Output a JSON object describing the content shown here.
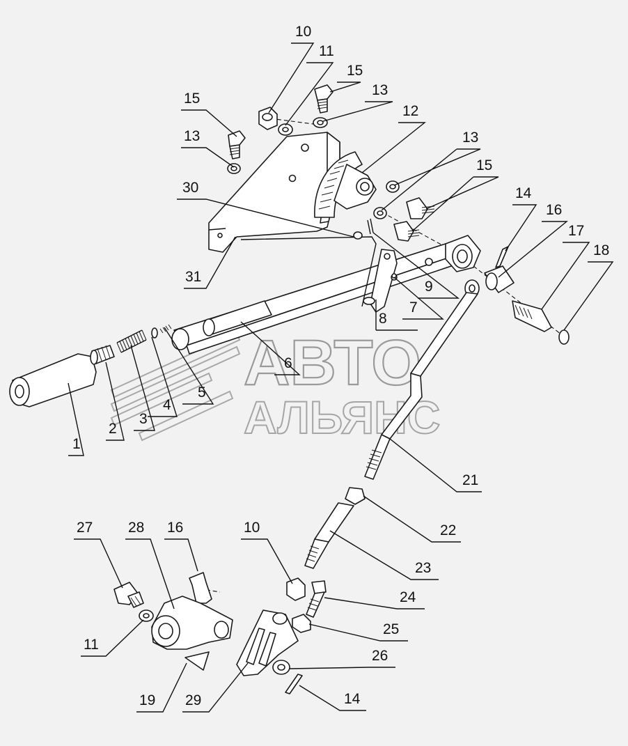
{
  "watermark": {
    "line1": "АВТО",
    "line2": "АЛЬЯНС"
  },
  "callouts": [
    {
      "id": "c1",
      "label": "1"
    },
    {
      "id": "c2",
      "label": "2"
    },
    {
      "id": "c3",
      "label": "3"
    },
    {
      "id": "c4",
      "label": "4"
    },
    {
      "id": "c5",
      "label": "5"
    },
    {
      "id": "c6",
      "label": "6"
    },
    {
      "id": "c7",
      "label": "7"
    },
    {
      "id": "c8",
      "label": "8"
    },
    {
      "id": "c9",
      "label": "9"
    },
    {
      "id": "c10a",
      "label": "10"
    },
    {
      "id": "c11a",
      "label": "11"
    },
    {
      "id": "c15a",
      "label": "15"
    },
    {
      "id": "c13a",
      "label": "13"
    },
    {
      "id": "c15b",
      "label": "15"
    },
    {
      "id": "c13b",
      "label": "13"
    },
    {
      "id": "c12",
      "label": "12"
    },
    {
      "id": "c13c",
      "label": "13"
    },
    {
      "id": "c15c",
      "label": "15"
    },
    {
      "id": "c14a",
      "label": "14"
    },
    {
      "id": "c16a",
      "label": "16"
    },
    {
      "id": "c17",
      "label": "17"
    },
    {
      "id": "c18",
      "label": "18"
    },
    {
      "id": "c30",
      "label": "30"
    },
    {
      "id": "c31",
      "label": "31"
    },
    {
      "id": "c21",
      "label": "21"
    },
    {
      "id": "c22",
      "label": "22"
    },
    {
      "id": "c23",
      "label": "23"
    },
    {
      "id": "c10b",
      "label": "10"
    },
    {
      "id": "c24",
      "label": "24"
    },
    {
      "id": "c25",
      "label": "25"
    },
    {
      "id": "c26",
      "label": "26"
    },
    {
      "id": "c14b",
      "label": "14"
    },
    {
      "id": "c27",
      "label": "27"
    },
    {
      "id": "c28",
      "label": "28"
    },
    {
      "id": "c16b",
      "label": "16"
    },
    {
      "id": "c11b",
      "label": "11"
    },
    {
      "id": "c19",
      "label": "19"
    },
    {
      "id": "c29",
      "label": "29"
    }
  ]
}
